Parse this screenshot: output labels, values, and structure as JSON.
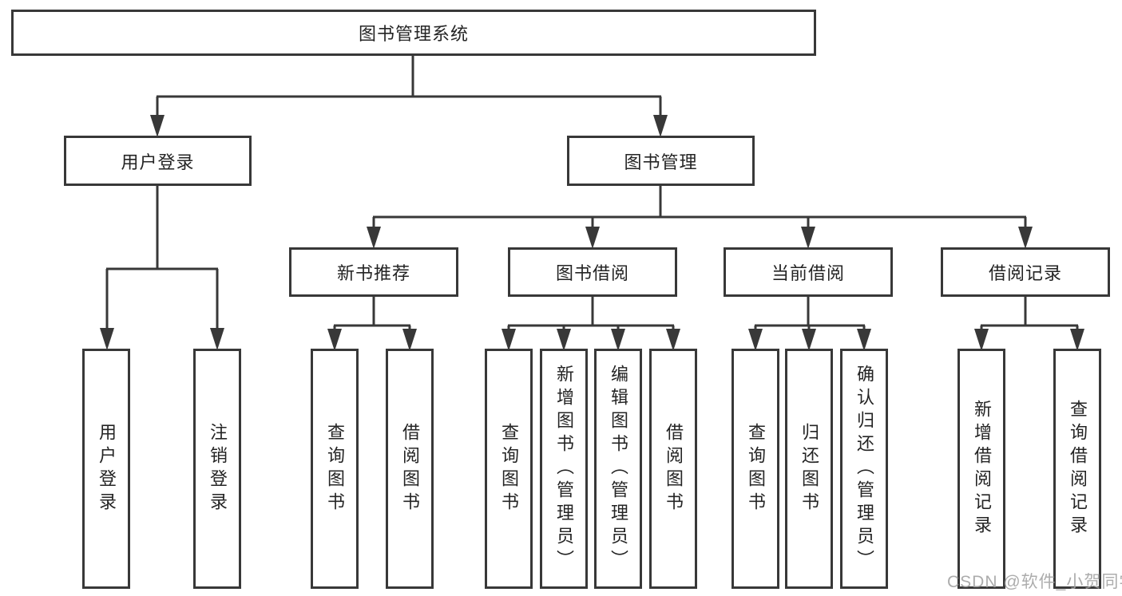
{
  "diagram": {
    "root_label": "图书管理系统",
    "level2": {
      "user": "用户登录",
      "book": "图书管理"
    },
    "level3": {
      "recommend": "新书推荐",
      "borrow": "图书借阅",
      "current": "当前借阅",
      "records": "借阅记录"
    },
    "leaves": {
      "user_login": "用户登录",
      "logout": "注销登录",
      "rec_query": "查询图书",
      "rec_borrow": "借阅图书",
      "bor_query": "查询图书",
      "bor_add": "新增图书（管理员）",
      "bor_edit": "编辑图书（管理员）",
      "bor_borrow": "借阅图书",
      "cur_query": "查询图书",
      "cur_return": "归还图书",
      "cur_confirm": "确认归还（管理员）",
      "rec_add_record": "新增借阅记录",
      "rec_query_record": "查询借阅记录"
    },
    "watermark": "CSDN @软件_小贺同学",
    "colors": {
      "line": "#383838",
      "text": "#242424",
      "watermark": "#a3a3a3",
      "background": "#ffffff"
    }
  }
}
